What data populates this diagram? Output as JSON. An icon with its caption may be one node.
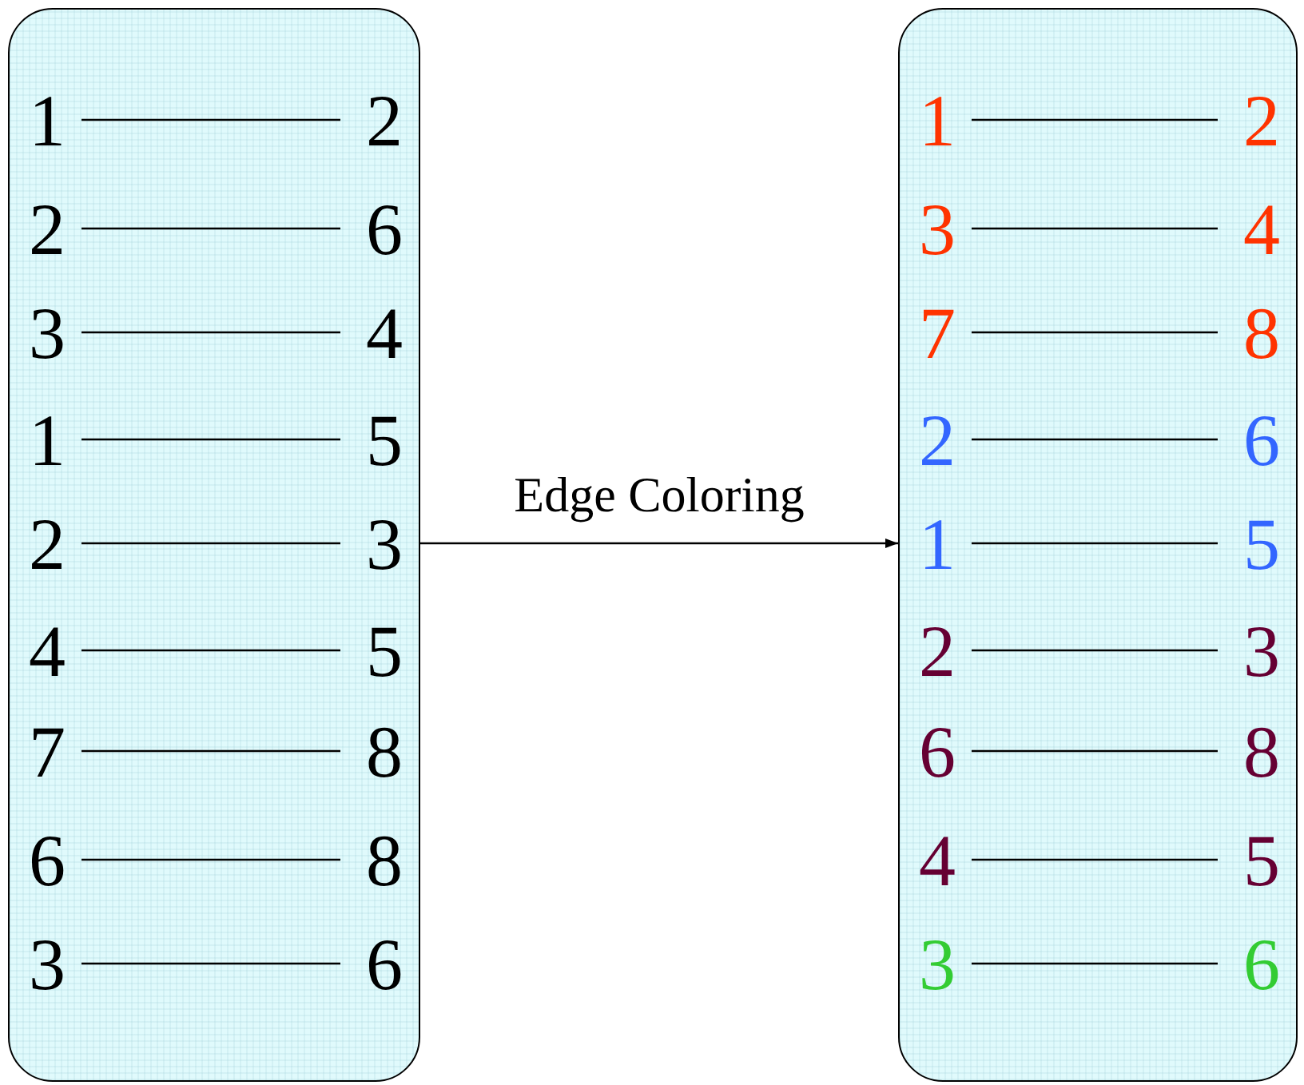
{
  "diagram": {
    "nodes": [
      {
        "text": [],
        "shape": "box"
      },
      {
        "text": [
          "1"
        ],
        "in": 0
      },
      {
        "text": [
          "2"
        ],
        "in": 0
      },
      {
        "text": [
          "2"
        ],
        "in": 0
      },
      {
        "text": [
          "6"
        ],
        "in": 0
      },
      {
        "text": [
          "3"
        ],
        "in": 0
      },
      {
        "text": [
          "4"
        ],
        "in": 0
      },
      {
        "text": [
          "1"
        ],
        "in": 0
      },
      {
        "text": [
          "5"
        ],
        "in": 0
      },
      {
        "text": [
          "2"
        ],
        "in": 0
      },
      {
        "text": [
          "3"
        ],
        "in": 0
      },
      {
        "text": [
          "4"
        ],
        "in": 0
      },
      {
        "text": [
          "5"
        ],
        "in": 0
      },
      {
        "text": [
          "7"
        ],
        "in": 0
      },
      {
        "text": [
          "8"
        ],
        "in": 0
      },
      {
        "text": [
          "6"
        ],
        "in": 0
      },
      {
        "text": [
          "8"
        ],
        "in": 0
      },
      {
        "text": [
          "3"
        ],
        "in": 0
      },
      {
        "text": [
          "6"
        ],
        "in": 0
      },
      {
        "text": [],
        "shape": "box"
      },
      {
        "text": [
          "1"
        ],
        "in": 19
      },
      {
        "text": [
          "2"
        ],
        "in": 19
      },
      {
        "text": [
          "3"
        ],
        "in": 19
      },
      {
        "text": [
          "4"
        ],
        "in": 19
      },
      {
        "text": [
          "7"
        ],
        "in": 19
      },
      {
        "text": [
          "8"
        ],
        "in": 19
      },
      {
        "text": [
          "2"
        ],
        "in": 19
      },
      {
        "text": [
          "6"
        ],
        "in": 19
      },
      {
        "text": [
          "1"
        ],
        "in": 19
      },
      {
        "text": [
          "5"
        ],
        "in": 19
      },
      {
        "text": [
          "2"
        ],
        "in": 19
      },
      {
        "text": [
          "3"
        ],
        "in": 19
      },
      {
        "text": [
          "6"
        ],
        "in": 19
      },
      {
        "text": [
          "8"
        ],
        "in": 19
      },
      {
        "text": [
          "4"
        ],
        "in": 19
      },
      {
        "text": [
          "5"
        ],
        "in": 19
      },
      {
        "text": [
          "3"
        ],
        "in": 19
      },
      {
        "text": [
          "6"
        ],
        "in": 19
      }
    ],
    "edges": [
      {
        "from": 1,
        "to": 2,
        "arrow": "none"
      },
      {
        "from": 3,
        "to": 4,
        "arrow": "none"
      },
      {
        "from": 5,
        "to": 6,
        "arrow": "none"
      },
      {
        "from": 7,
        "to": 8,
        "arrow": "none"
      },
      {
        "from": 9,
        "to": 10,
        "arrow": "none"
      },
      {
        "from": 11,
        "to": 12,
        "arrow": "none"
      },
      {
        "from": 13,
        "to": 14,
        "arrow": "none"
      },
      {
        "from": 15,
        "to": 16,
        "arrow": "none"
      },
      {
        "from": 17,
        "to": 18,
        "arrow": "none"
      },
      {
        "from": 0,
        "to": 19,
        "arrow": "to",
        "label": "Edge Coloring"
      },
      {
        "from": 20,
        "to": 21,
        "arrow": "none"
      },
      {
        "from": 22,
        "to": 23,
        "arrow": "none"
      },
      {
        "from": 24,
        "to": 25,
        "arrow": "none"
      },
      {
        "from": 26,
        "to": 27,
        "arrow": "none"
      },
      {
        "from": 28,
        "to": 29,
        "arrow": "none"
      },
      {
        "from": 30,
        "to": 31,
        "arrow": "none"
      },
      {
        "from": 32,
        "to": 33,
        "arrow": "none"
      },
      {
        "from": 34,
        "to": 35,
        "arrow": "none"
      },
      {
        "from": 36,
        "to": 37,
        "arrow": "none"
      }
    ]
  }
}
